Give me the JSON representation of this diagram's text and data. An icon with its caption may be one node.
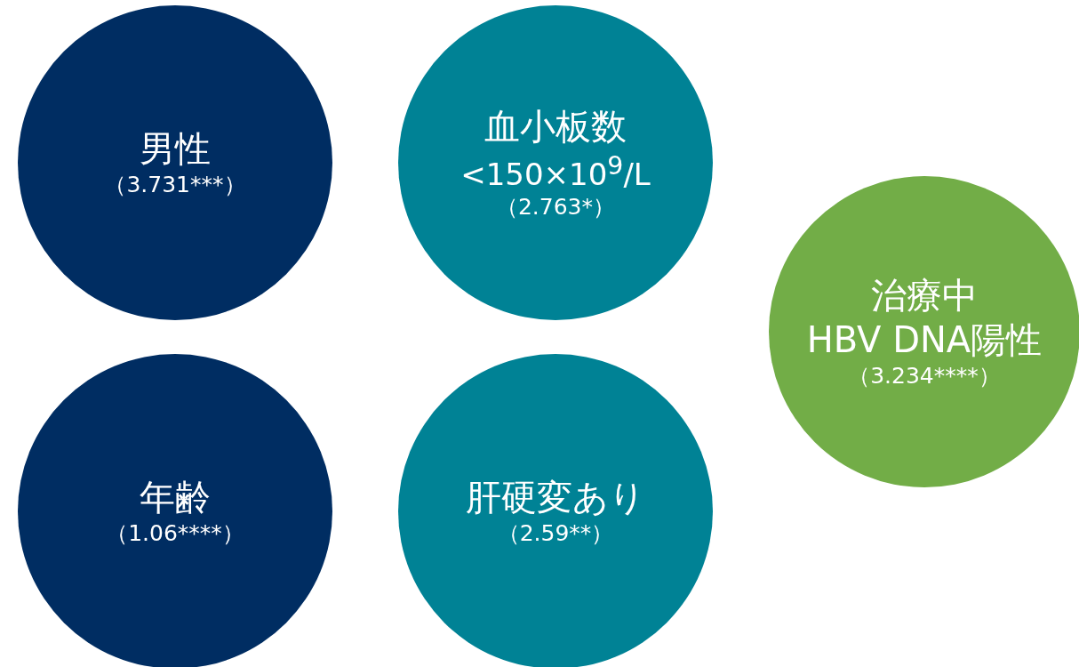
{
  "diagram": {
    "nodes": [
      {
        "text": [
          "男性",
          "（3.731***）"
        ]
      },
      {
        "text": [
          "血小板数",
          "<150×10$^{9}$/L",
          "（2.763*）"
        ]
      },
      {
        "text": [
          "治療中",
          "HBV DNA陽性",
          "（3.234****）"
        ]
      },
      {
        "text": [
          "年齢",
          "（1.06****）"
        ]
      },
      {
        "text": [
          "肝硬変あり",
          "（2.59**）"
        ]
      }
    ]
  }
}
